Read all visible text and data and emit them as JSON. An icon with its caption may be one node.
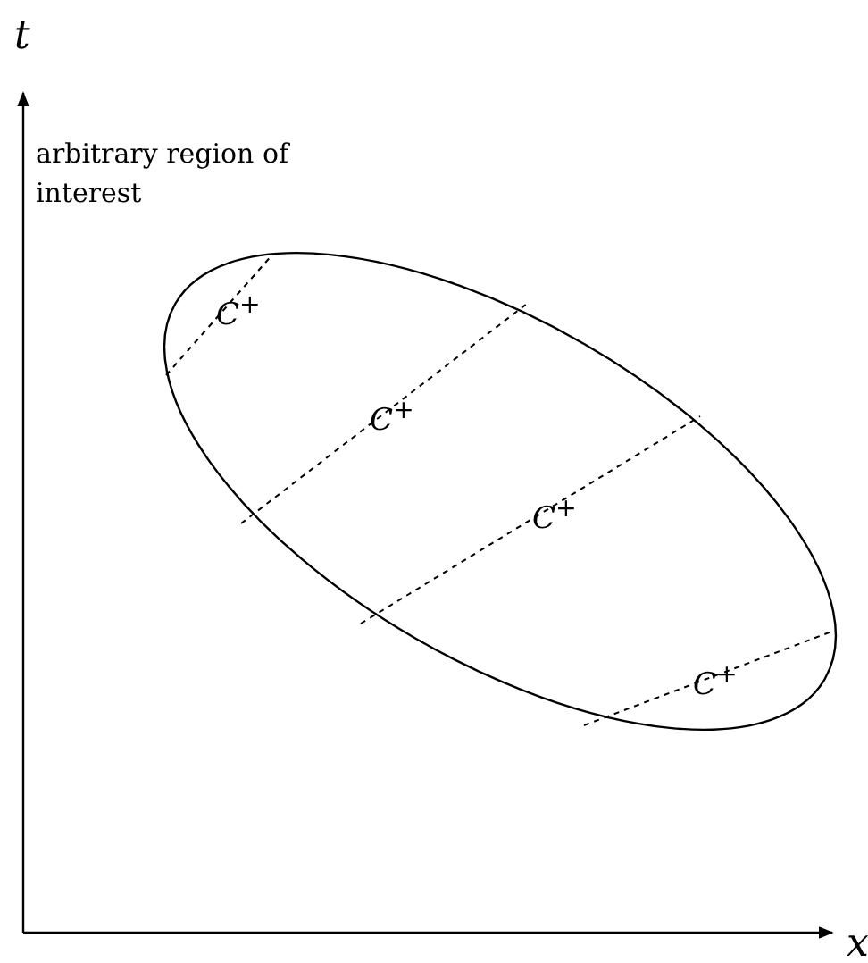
{
  "diagram": {
    "labels": [
      "t",
      "arbitrary region of interest",
      "*C*$^{+}$",
      "*C*$^{+}$",
      "*C*$^{+}$",
      "*C*$^{+}$",
      "x"
    ]
  }
}
